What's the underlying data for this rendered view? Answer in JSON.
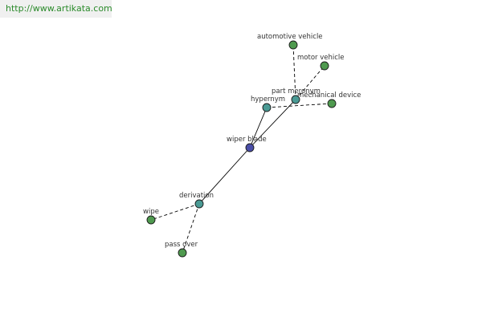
{
  "site": {
    "url": "http://www.artikata.com"
  },
  "graph": {
    "colors": {
      "center": "#4a4ea8",
      "relation": "#4a9a94",
      "term": "#4f9a4f",
      "edge": "#000000"
    },
    "nodes": [
      {
        "id": "wiper-blade",
        "label": "wiper blade",
        "kind": "center"
      },
      {
        "id": "hypernym",
        "label": "hypernym",
        "kind": "relation"
      },
      {
        "id": "part-meronym",
        "label": "part meronym",
        "kind": "relation"
      },
      {
        "id": "derivation",
        "label": "derivation",
        "kind": "relation"
      },
      {
        "id": "automotive-vehicle",
        "label": "automotive vehicle",
        "kind": "term"
      },
      {
        "id": "motor-vehicle",
        "label": "motor vehicle",
        "kind": "term"
      },
      {
        "id": "mechanical-device",
        "label": "mechanical device",
        "kind": "term"
      },
      {
        "id": "wipe",
        "label": "wipe",
        "kind": "term"
      },
      {
        "id": "pass-over",
        "label": "pass over",
        "kind": "term"
      }
    ],
    "edges": [
      {
        "from": "wiper-blade",
        "to": "hypernym",
        "style": "solid"
      },
      {
        "from": "wiper-blade",
        "to": "part-meronym",
        "style": "solid"
      },
      {
        "from": "wiper-blade",
        "to": "derivation",
        "style": "solid"
      },
      {
        "from": "part-meronym",
        "to": "automotive-vehicle",
        "style": "dashed"
      },
      {
        "from": "part-meronym",
        "to": "motor-vehicle",
        "style": "dashed"
      },
      {
        "from": "hypernym",
        "to": "mechanical-device",
        "style": "dashed"
      },
      {
        "from": "derivation",
        "to": "wipe",
        "style": "dashed"
      },
      {
        "from": "derivation",
        "to": "pass-over",
        "style": "dashed"
      }
    ]
  }
}
